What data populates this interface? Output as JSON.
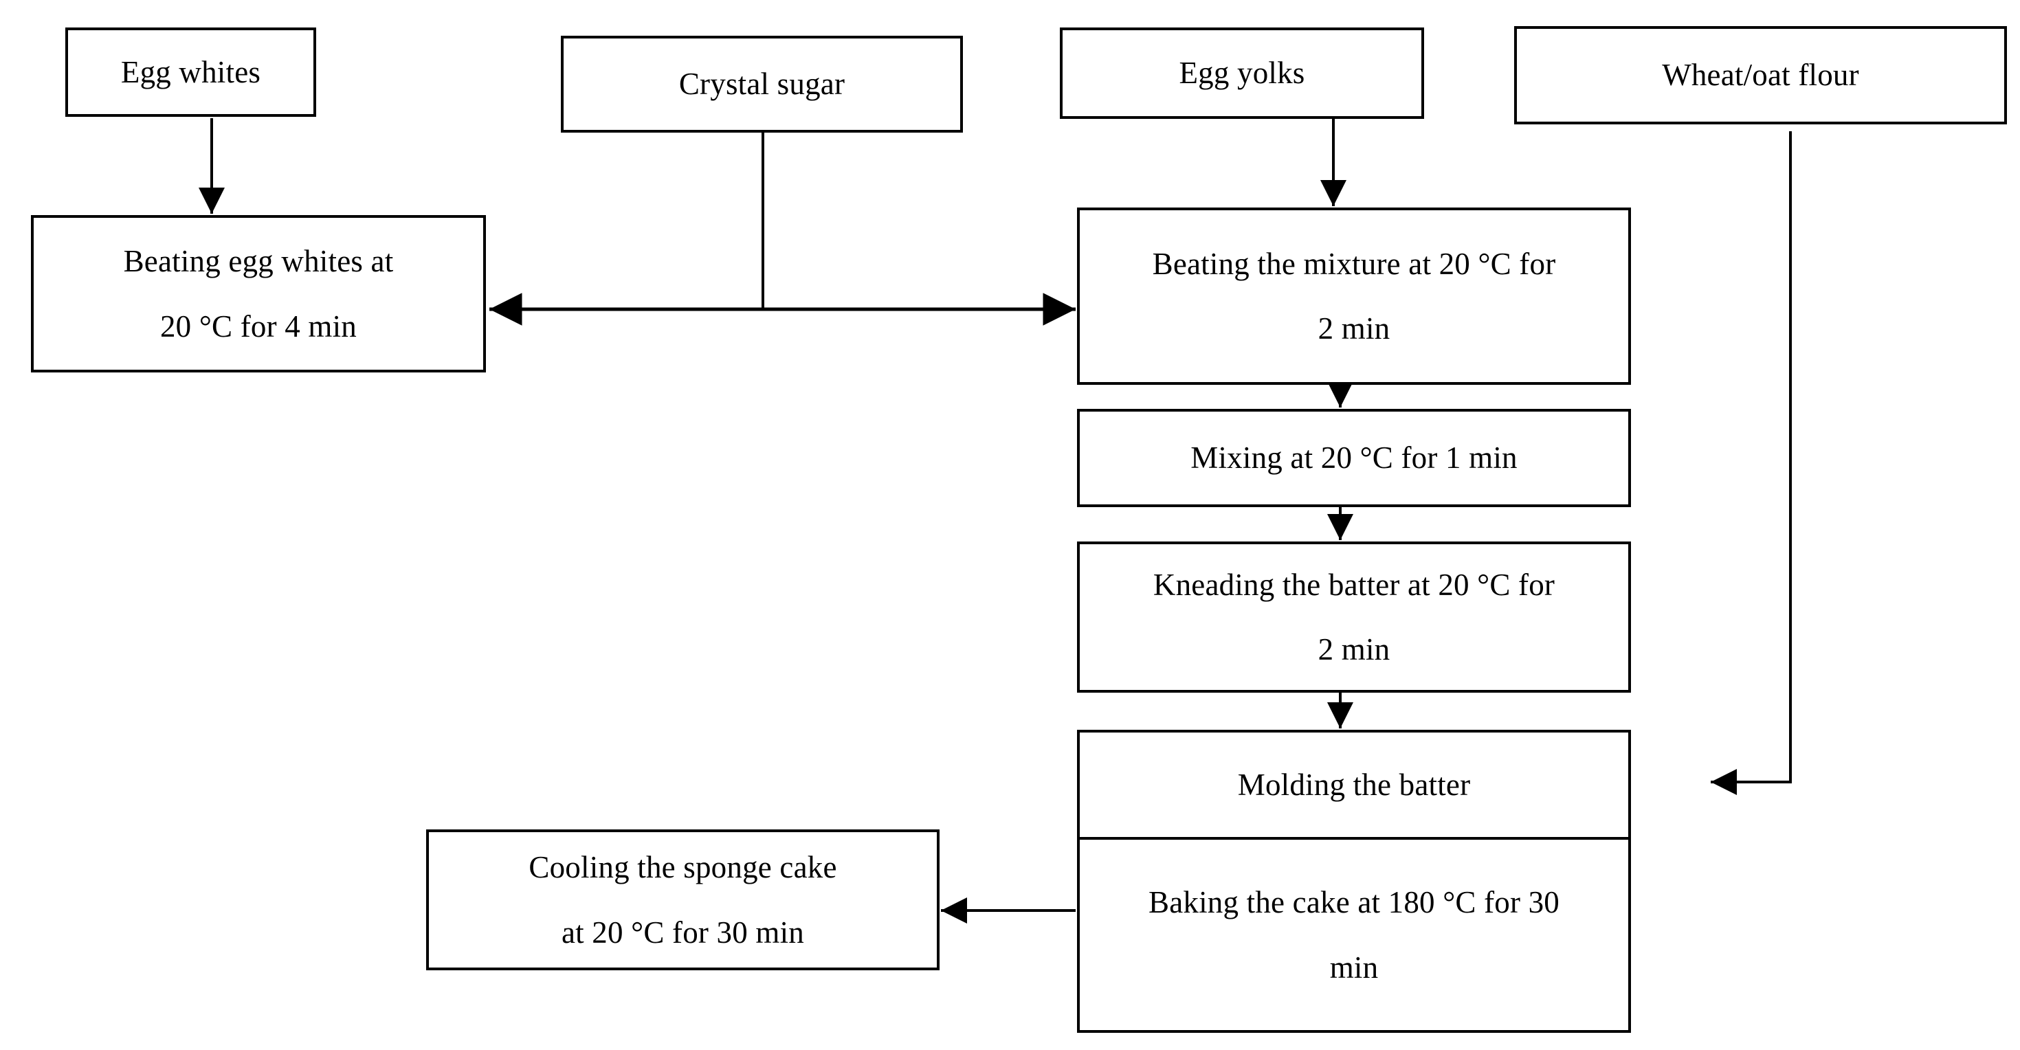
{
  "diagram": {
    "type": "flowchart",
    "subject": "Sponge cake preparation process",
    "background_color": "#ffffff",
    "line_color": "#000000",
    "box_fill": "#ffffff",
    "box_border_color": "#000000",
    "nodes": {
      "egg_whites": {
        "label": "Egg whites"
      },
      "crystal_sugar": {
        "label": "Crystal sugar"
      },
      "egg_yolks": {
        "label": "Egg yolks"
      },
      "wheat_oat_flour": {
        "label": "Wheat/oat flour"
      },
      "beating_egg_whites": {
        "label": "Beating egg whites at\n20 °C for 4 min"
      },
      "beating_mixture": {
        "label": "Beating the mixture at 20 °C for\n2 min"
      },
      "mixing": {
        "label": "Mixing at 20 °C for 1 min"
      },
      "kneading": {
        "label": "Kneading the batter at 20 °C for\n2 min"
      },
      "molding": {
        "label": "Molding the batter"
      },
      "baking": {
        "label": "Baking the cake at 180 °C for 30\nmin"
      },
      "cooling": {
        "label": "Cooling the sponge cake\nat 20 °C for 30 min"
      }
    },
    "edges": [
      {
        "from": "egg_whites",
        "to": "beating_egg_whites"
      },
      {
        "from": "crystal_sugar",
        "to": "beating_egg_whites"
      },
      {
        "from": "crystal_sugar",
        "to": "beating_mixture"
      },
      {
        "from": "egg_yolks",
        "to": "beating_mixture"
      },
      {
        "from": "beating_mixture",
        "to": "mixing"
      },
      {
        "from": "mixing",
        "to": "kneading"
      },
      {
        "from": "kneading",
        "to": "molding"
      },
      {
        "from": "wheat_oat_flour",
        "to": "molding"
      },
      {
        "from": "molding",
        "to": "baking"
      },
      {
        "from": "baking",
        "to": "cooling"
      }
    ]
  }
}
